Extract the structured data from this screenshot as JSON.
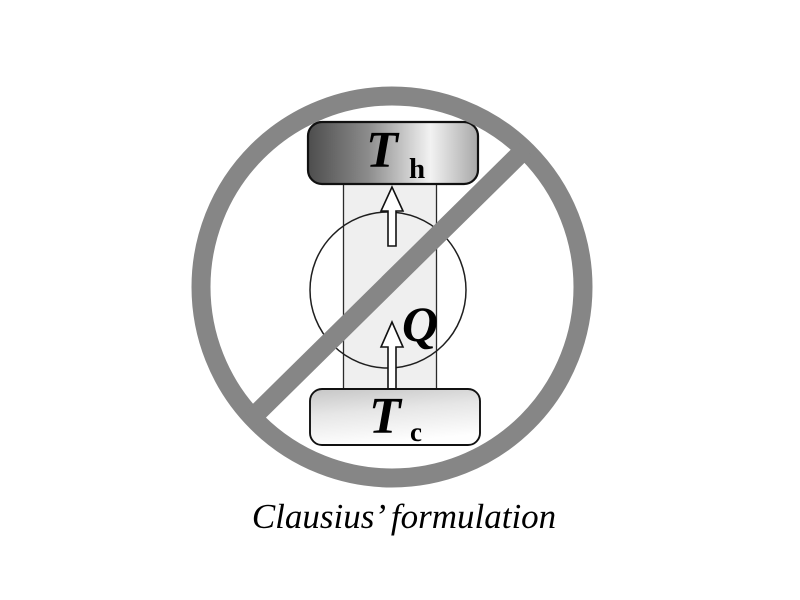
{
  "diagram": {
    "caption": "Clausius’ formulation",
    "labels": {
      "hot_symbol": "T",
      "hot_subscript": "h",
      "cold_symbol": "T",
      "cold_subscript": "c",
      "heat_symbol": "Q"
    },
    "colors": {
      "background": "#ffffff",
      "prohibition_sign": "#868686",
      "outline": "#111111",
      "channel_fill": "#efefef",
      "channel_edge": "#2a2a2a",
      "system_circle": "#1f1f1f",
      "arrow_fill": "#ffffff",
      "text": "#000000",
      "hot_gradient": [
        "#4d4d4d",
        "#8b8b8b",
        "#f2f2f2",
        "#a8a8a8"
      ],
      "cold_gradient": [
        "#c6c6c6",
        "#e6e6e6",
        "#fefefe"
      ]
    }
  }
}
